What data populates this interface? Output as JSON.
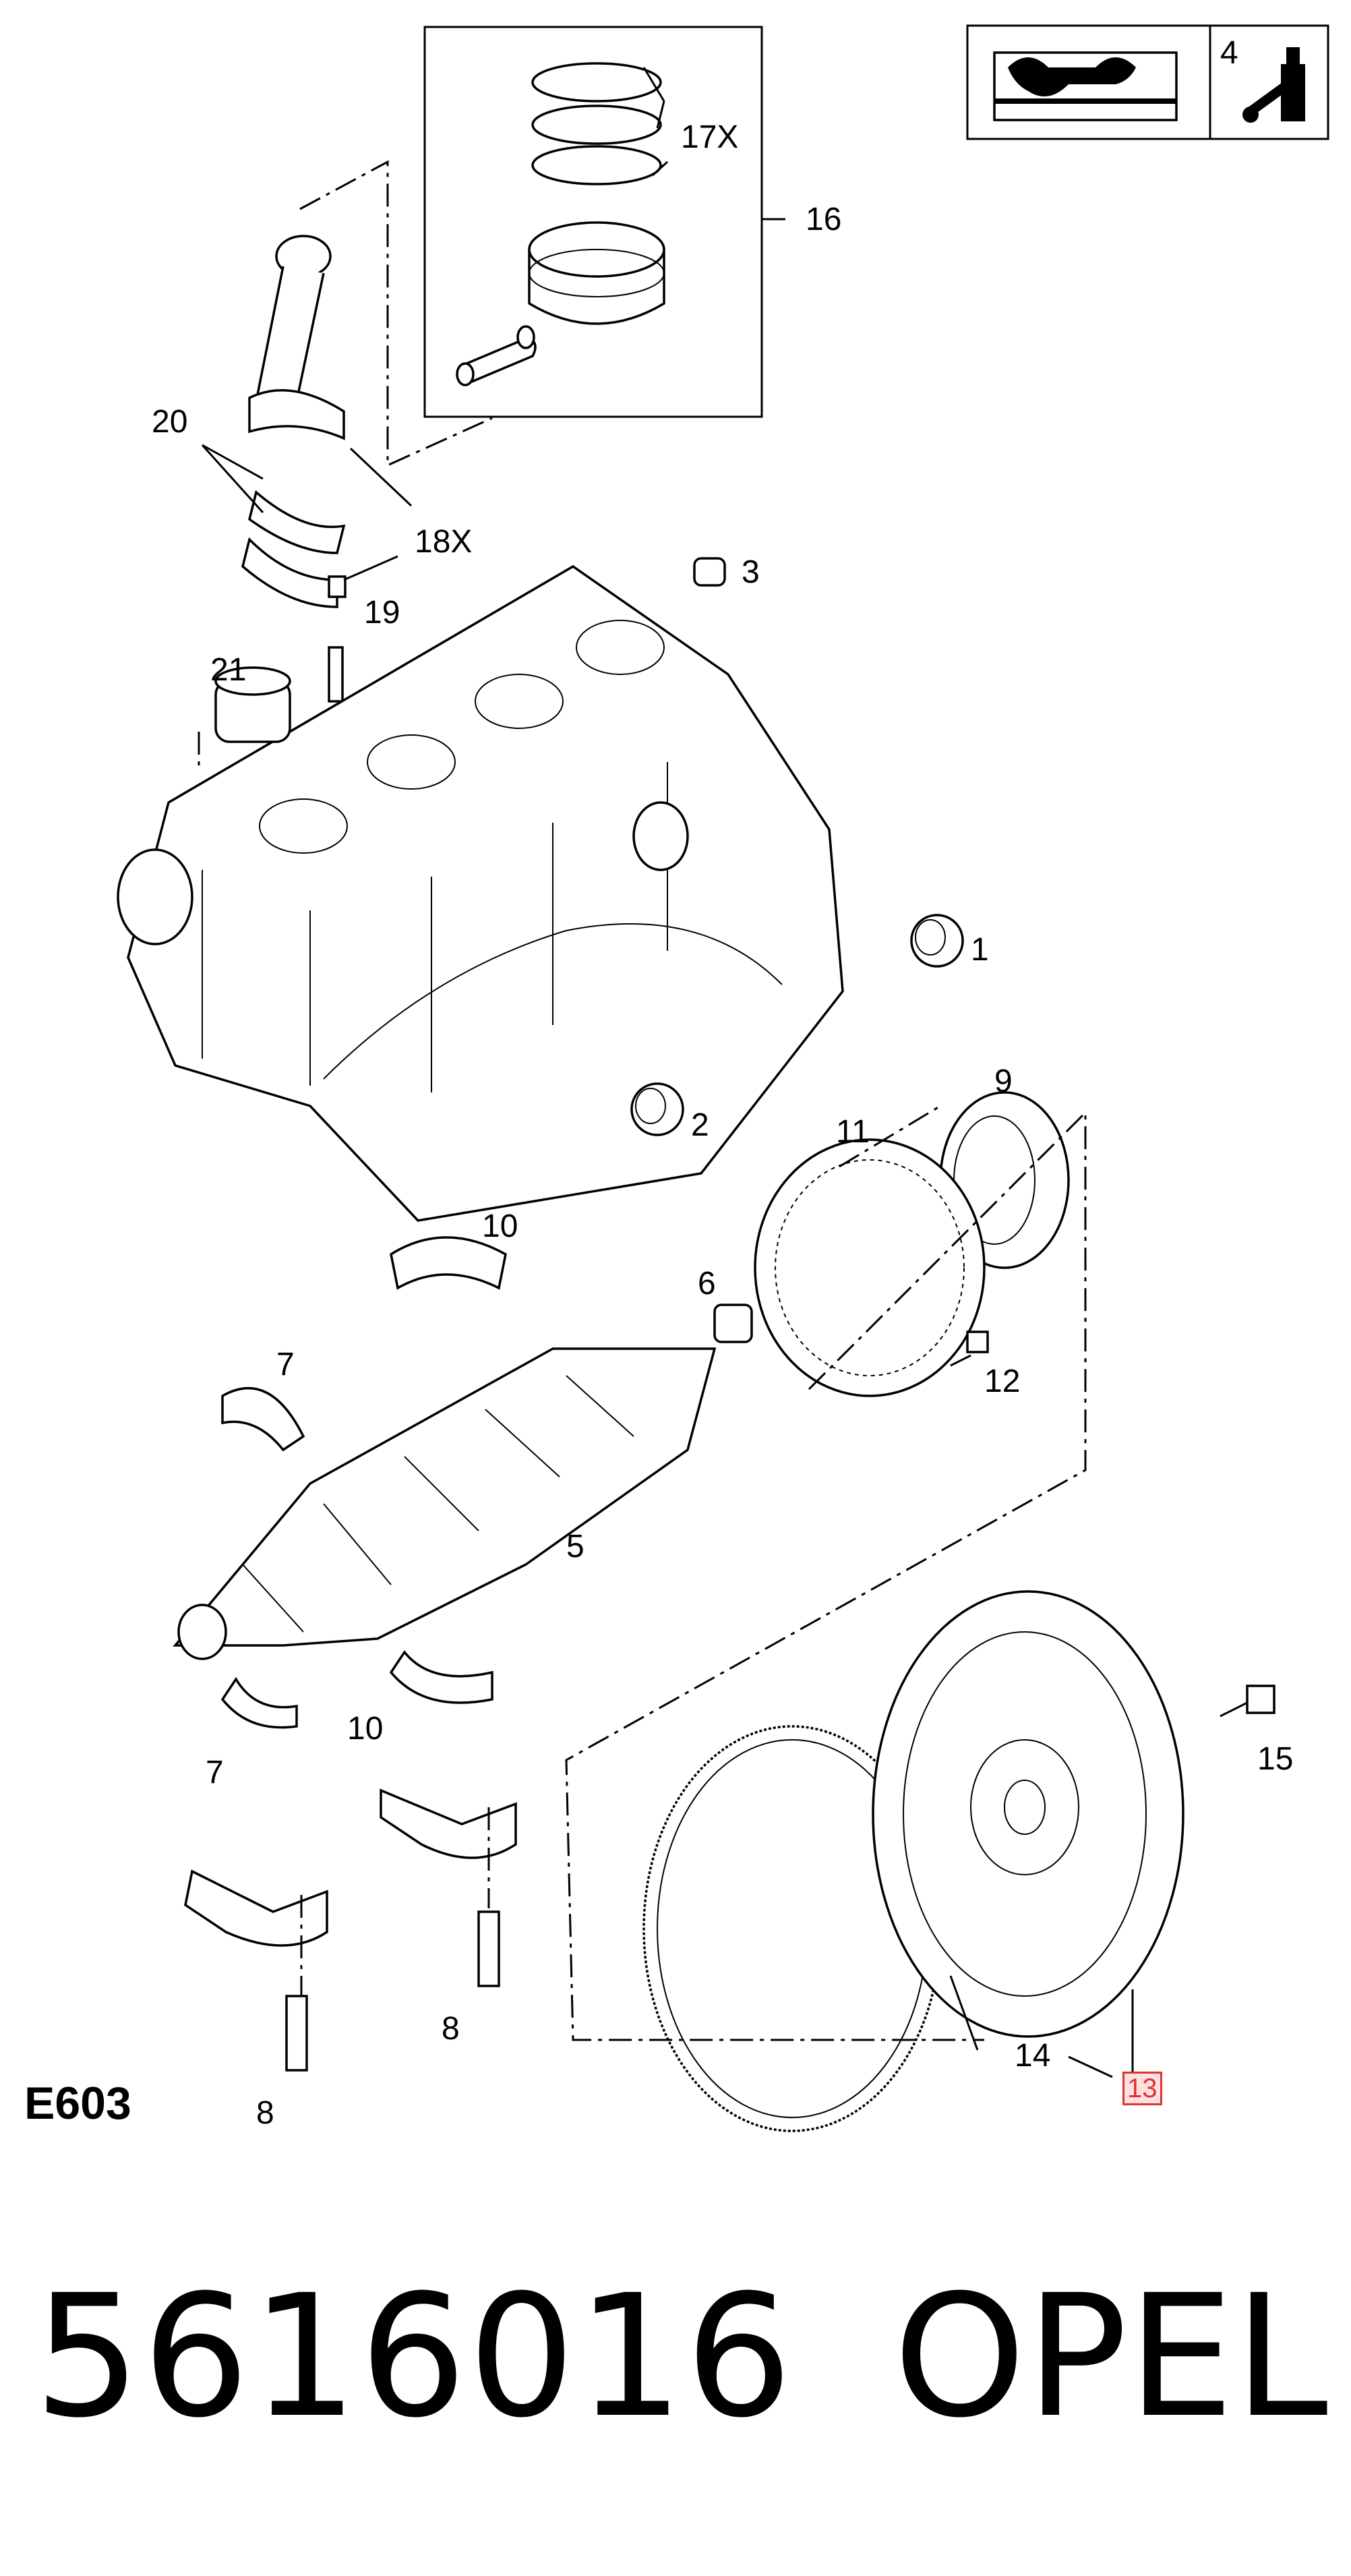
{
  "diagram": {
    "code": "E603",
    "part_number": "5616016",
    "brand": "OPEL",
    "callouts": [
      {
        "id": "c1",
        "text": "1"
      },
      {
        "id": "c2",
        "text": "2"
      },
      {
        "id": "c3",
        "text": "3"
      },
      {
        "id": "c4",
        "text": "4"
      },
      {
        "id": "c5",
        "text": "5"
      },
      {
        "id": "c6",
        "text": "6"
      },
      {
        "id": "c7a",
        "text": "7"
      },
      {
        "id": "c7b",
        "text": "7"
      },
      {
        "id": "c8a",
        "text": "8"
      },
      {
        "id": "c8b",
        "text": "8"
      },
      {
        "id": "c9",
        "text": "9"
      },
      {
        "id": "c10a",
        "text": "10"
      },
      {
        "id": "c10b",
        "text": "10"
      },
      {
        "id": "c11",
        "text": "11"
      },
      {
        "id": "c12",
        "text": "12"
      },
      {
        "id": "c13",
        "text": "13",
        "highlighted": true
      },
      {
        "id": "c14",
        "text": "14"
      },
      {
        "id": "c15",
        "text": "15"
      },
      {
        "id": "c16",
        "text": "16"
      },
      {
        "id": "c17x",
        "text": "17X"
      },
      {
        "id": "c18x",
        "text": "18X"
      },
      {
        "id": "c19",
        "text": "19"
      },
      {
        "id": "c20",
        "text": "20"
      },
      {
        "id": "c21",
        "text": "21"
      }
    ],
    "icons": [
      "manual-wrench-icon",
      "adhesive-bottle-icon"
    ],
    "highlight_color": "#dd3333"
  }
}
